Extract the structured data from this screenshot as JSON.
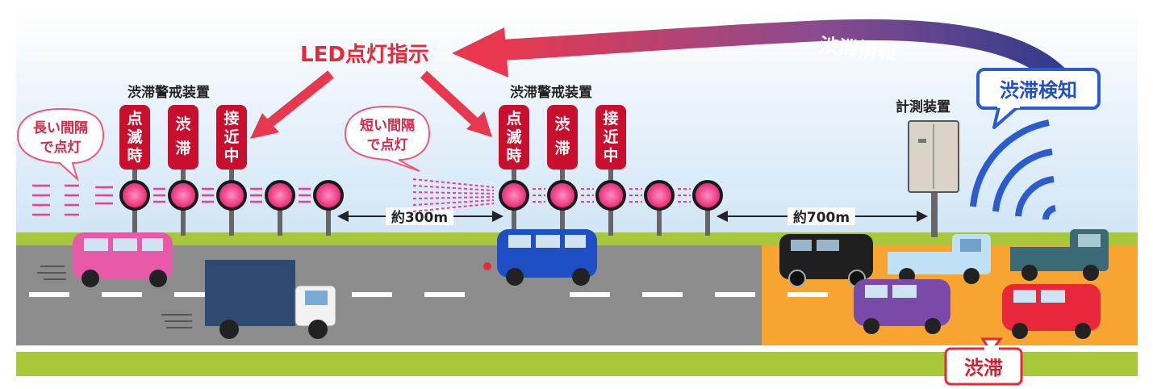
{
  "labels": {
    "info_arrow": "渋滞情報",
    "led_instruction": "LED点灯指示",
    "warning_device_1": "渋滞警戒装置",
    "warning_device_2": "渋滞警戒装置",
    "measure_device": "計測装置",
    "detect": "渋滞検知",
    "jam": "渋滞",
    "dist_1": "約300m",
    "dist_2": "約700m"
  },
  "bubbles": {
    "long_line1": "長い間隔",
    "long_line2": "で点灯",
    "short_line1": "短い間隔",
    "short_line2": "で点灯"
  },
  "signs": {
    "sign1": [
      "点",
      "滅",
      "時"
    ],
    "sign2": [
      "渋",
      "滞"
    ],
    "sign3": [
      "接",
      "近",
      "中"
    ]
  },
  "colors": {
    "sign_red": "#c8102e",
    "led_pink": "#ef3f87",
    "road": "#8c8c8c",
    "grass": "#a6c83a",
    "jam_zone": "#f7a530",
    "arrow_red": "#e8384f",
    "arrow_blue": "#2c3a8c"
  }
}
